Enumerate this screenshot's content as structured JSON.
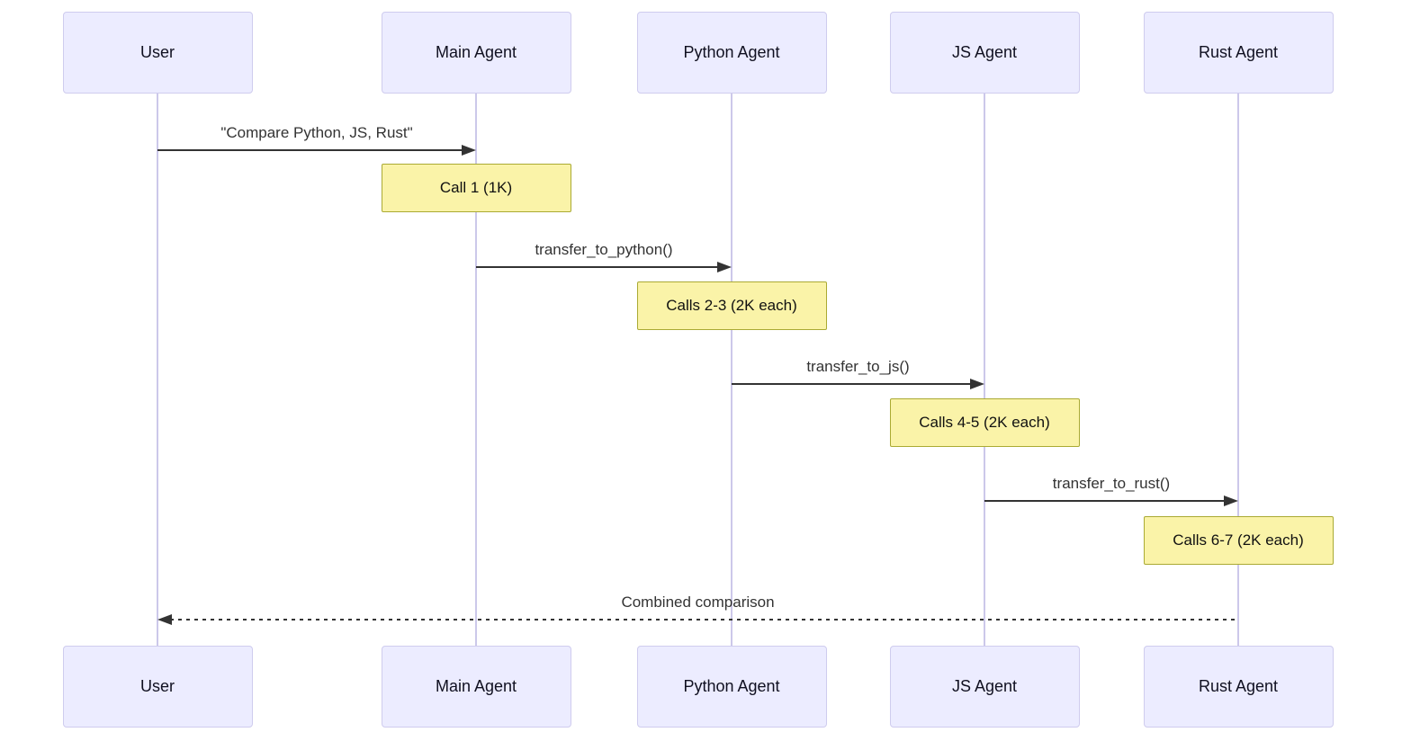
{
  "diagram": {
    "type": "sequence",
    "actors": [
      {
        "id": "user",
        "label": "User"
      },
      {
        "id": "main-agent",
        "label": "Main Agent"
      },
      {
        "id": "python-agent",
        "label": "Python Agent"
      },
      {
        "id": "js-agent",
        "label": "JS Agent"
      },
      {
        "id": "rust-agent",
        "label": "Rust Agent"
      }
    ],
    "messages": [
      {
        "from": "user",
        "to": "main-agent",
        "label": "\"Compare Python, JS, Rust\"",
        "style": "solid"
      },
      {
        "from": "main-agent",
        "to": "python-agent",
        "label": "transfer_to_python()",
        "style": "solid"
      },
      {
        "from": "python-agent",
        "to": "js-agent",
        "label": "transfer_to_js()",
        "style": "solid"
      },
      {
        "from": "js-agent",
        "to": "rust-agent",
        "label": "transfer_to_rust()",
        "style": "solid"
      },
      {
        "from": "rust-agent",
        "to": "user",
        "label": "Combined comparison",
        "style": "dashed"
      }
    ],
    "notes": [
      {
        "over": "main-agent",
        "label": "Call 1 (1K)"
      },
      {
        "over": "python-agent",
        "label": "Calls 2-3 (2K each)"
      },
      {
        "over": "js-agent",
        "label": "Calls 4-5 (2K each)"
      },
      {
        "over": "rust-agent",
        "label": "Calls 6-7 (2K each)"
      }
    ],
    "colors": {
      "actor_fill": "#ECECFF",
      "actor_border": "#CFCCEE",
      "lifeline": "#CCC8EA",
      "note_fill": "#FAF3A8",
      "note_border": "#AAAA33",
      "arrow": "#333333",
      "text": "#333333"
    }
  }
}
